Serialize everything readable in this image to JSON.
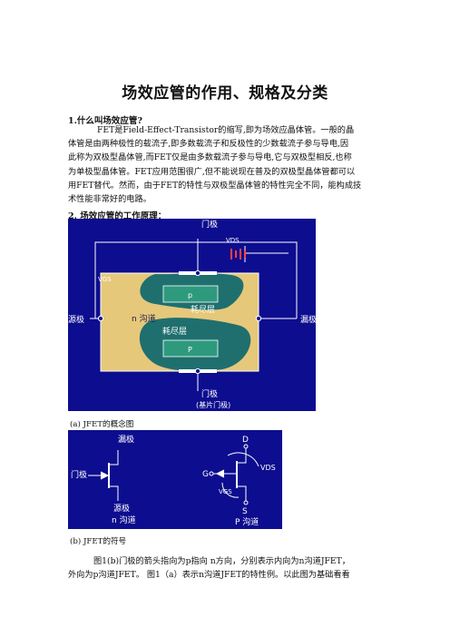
{
  "title": "场效应管的作用、规格及分类",
  "section1": {
    "heading": "1.什么叫场效应管?",
    "lines": [
      "FET是Field-Effect-Transistor的缩写,即为场效应晶体管。一般的晶",
      "体管是由两种极性的载流子,即多数载流子和反极性的少数载流子参与导电,因",
      "此称为双极型晶体管,而FET仅是由多数载流子参与导电,它与双极型相反,也称",
      "为单极型晶体管。FET应用范围很广,但不能说现在普及的双极型晶体管都可以",
      "用FET替代。然而，由于FET的特性与双极型晶体管的特性完全不同，能构成技",
      "术性能非常好的电路。"
    ]
  },
  "section2": {
    "heading": "2. 场效应管的工作原理："
  },
  "figure_a": {
    "labels": {
      "gate_top": "门极",
      "vds": "VDS",
      "vgs": "VGS",
      "source": "源极",
      "drain": "漏极",
      "n_channel": "n 沟道",
      "depletion_top": "耗尽层",
      "depletion_bottom": "耗尽层",
      "p_top": "p",
      "p_bottom": "P",
      "gate_bottom": "门极",
      "gate_bottom_note": "(基片门极)"
    },
    "caption": "(a)  JFET的概念图"
  },
  "figure_b": {
    "labels": {
      "left_drain": "漏极",
      "left_gate": "门极",
      "left_source": "源极",
      "left_type": "n 沟道",
      "right_d": "D",
      "right_g": "G",
      "right_vds": "VDS",
      "right_vgs": "VGS",
      "right_s": "S",
      "right_type": "P 沟道"
    },
    "caption": "(b)  JFET的符号"
  },
  "section3": {
    "lines": [
      "图1(b)门极的箭头指向为p指向 n方向，分别表示内向为n沟道JFET，",
      "外向为p沟道JFET。 图1（a）表示n沟道JFET的特性例。以此图为基础看看"
    ]
  },
  "colors": {
    "panel_bg": "#0d0d8f",
    "device_box": "#e6c87a",
    "channel": "#1f6f6f",
    "p_region": "#2e9a7d",
    "wire": "#ffffff"
  }
}
